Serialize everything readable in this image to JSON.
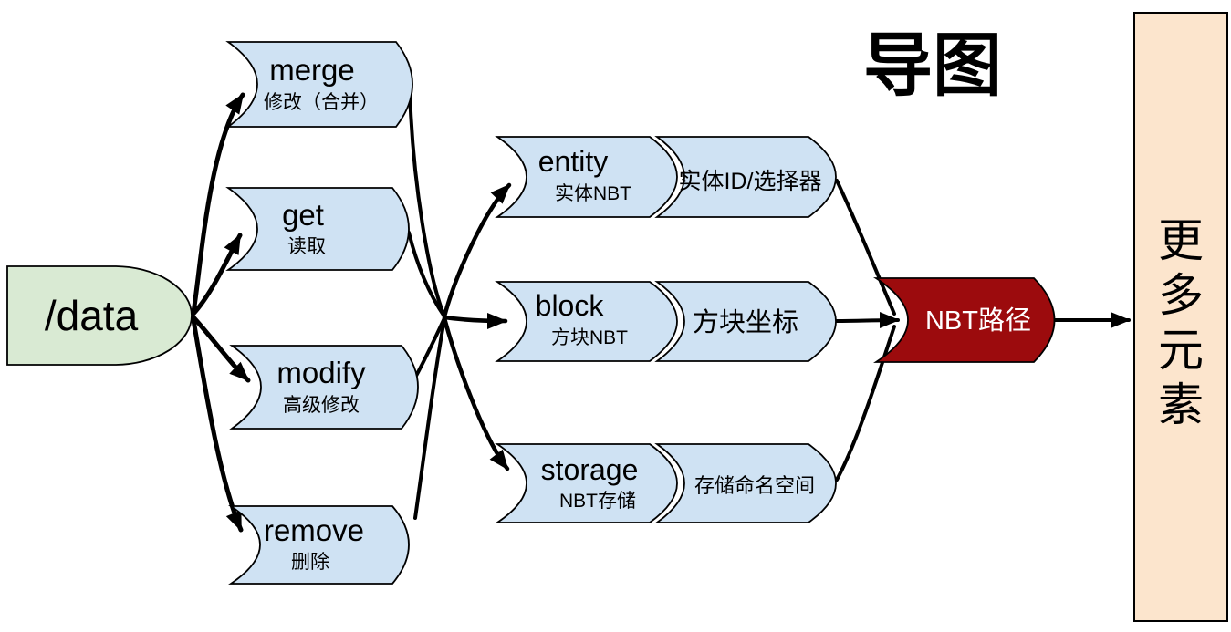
{
  "title": "导图",
  "colors": {
    "green": "#d9ead3",
    "blue": "#cfe2f3",
    "red": "#9c0b0d",
    "peach": "#fce5cd",
    "stroke": "#000000"
  },
  "root": {
    "label": "/data"
  },
  "subcommands": [
    {
      "label": "merge",
      "desc": "修改（合并）"
    },
    {
      "label": "get",
      "desc": "读取"
    },
    {
      "label": "modify",
      "desc": "高级修改"
    },
    {
      "label": "remove",
      "desc": "删除"
    }
  ],
  "targets": [
    {
      "label": "entity",
      "desc": "实体NBT",
      "param": "实体ID/选择器"
    },
    {
      "label": "block",
      "desc": "方块NBT",
      "param": "方块坐标"
    },
    {
      "label": "storage",
      "desc": "NBT存储",
      "param": "存储命名空间"
    }
  ],
  "nbt_path_node": {
    "label": "NBT路径"
  },
  "more_elements_panel": {
    "label": "更多元素",
    "chars": [
      "更",
      "多",
      "元",
      "素"
    ]
  }
}
